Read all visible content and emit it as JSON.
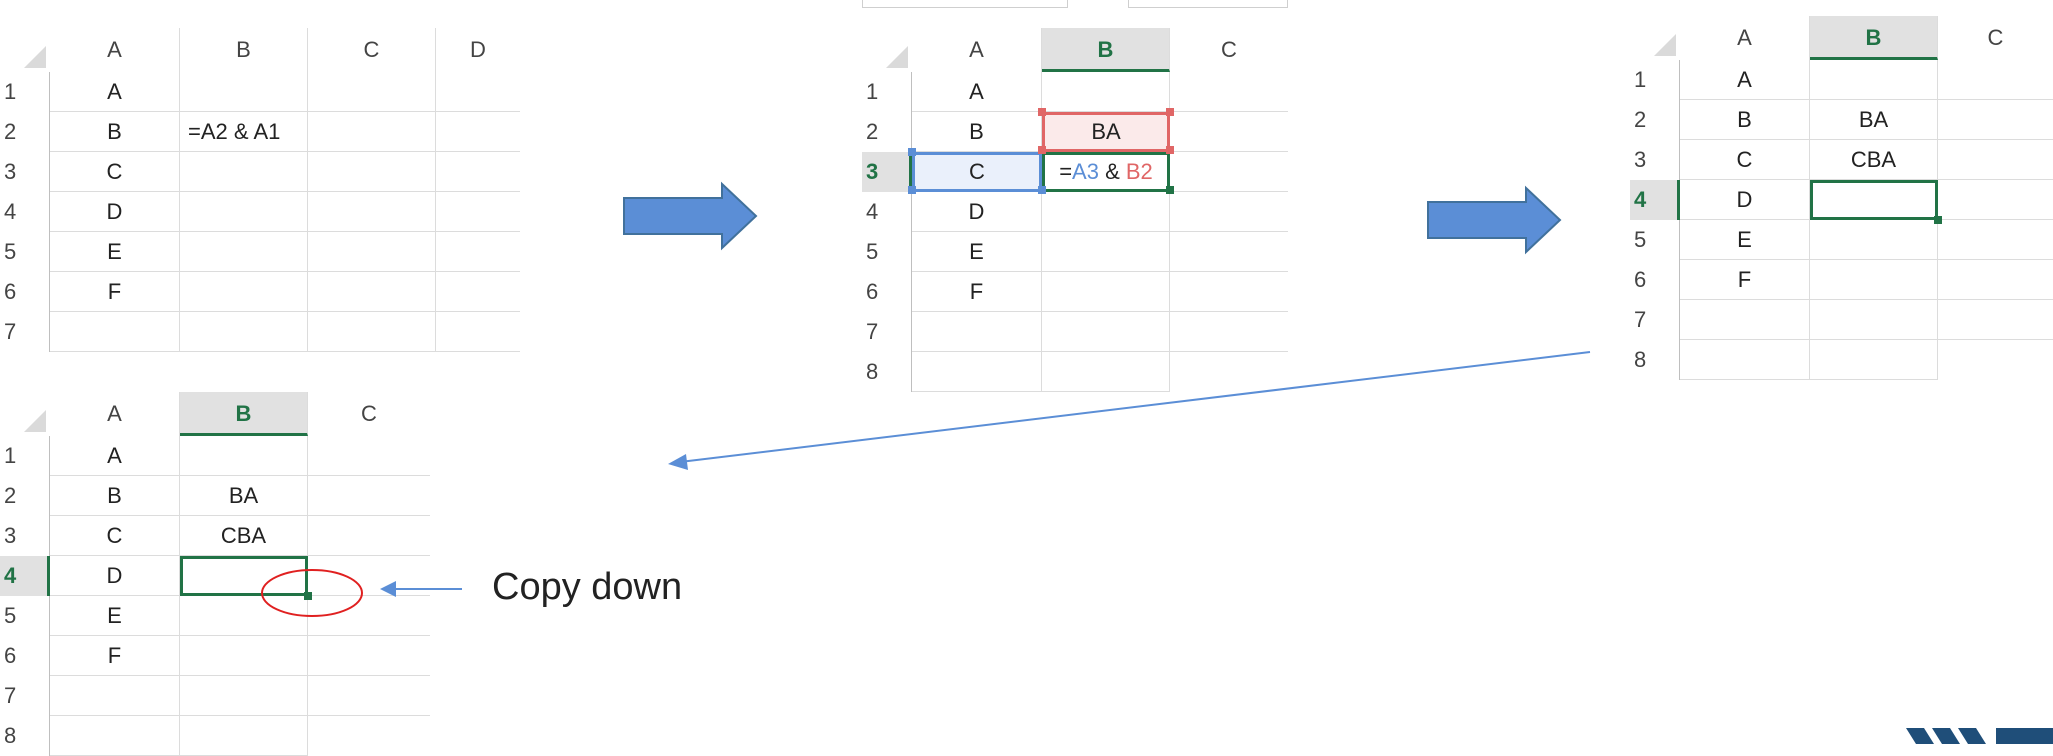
{
  "sheet1": {
    "columns": [
      "A",
      "B",
      "C",
      "D"
    ],
    "rows": [
      "1",
      "2",
      "3",
      "4",
      "5",
      "6",
      "7"
    ],
    "colA": [
      "A",
      "B",
      "C",
      "D",
      "E",
      "F",
      ""
    ],
    "formula_b2": "=A2 & A1"
  },
  "sheet2": {
    "columns": [
      "A",
      "B",
      "C"
    ],
    "rows": [
      "1",
      "2",
      "3",
      "4",
      "5",
      "6",
      "7",
      "8"
    ],
    "colA": [
      "A",
      "B",
      "C",
      "D",
      "E",
      "F",
      "",
      ""
    ],
    "b2": "BA",
    "formula": {
      "eq": "=",
      "ref1": "A3",
      "amp": " & ",
      "ref2": "B2"
    }
  },
  "sheet3": {
    "columns": [
      "A",
      "B",
      "C"
    ],
    "rows": [
      "1",
      "2",
      "3",
      "4",
      "5",
      "6",
      "7",
      "8"
    ],
    "colA": [
      "A",
      "B",
      "C",
      "D",
      "E",
      "F",
      "",
      ""
    ],
    "b2": "BA",
    "b3": "CBA"
  },
  "sheet4": {
    "columns": [
      "A",
      "B",
      "C"
    ],
    "rows": [
      "1",
      "2",
      "3",
      "4",
      "5",
      "6",
      "7",
      "8"
    ],
    "colA": [
      "A",
      "B",
      "C",
      "D",
      "E",
      "F",
      "",
      ""
    ],
    "b2": "BA",
    "b3": "CBA"
  },
  "annotation": {
    "copy_down": "Copy down"
  },
  "colors": {
    "excel_green": "#217346",
    "ref_blue": "#5b8ed6",
    "ref_red": "#e06666",
    "arrow_blue": "#5b8ed6",
    "circle_red": "#e02020"
  }
}
